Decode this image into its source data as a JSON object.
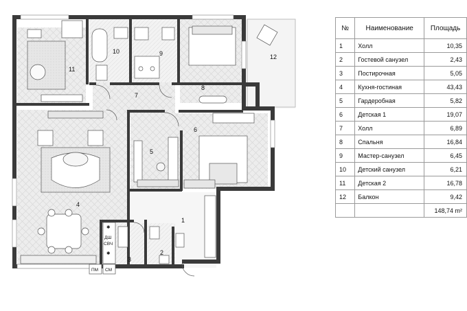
{
  "table": {
    "headers": {
      "num": "№",
      "name": "Наименование",
      "area": "Площадь"
    },
    "rows": [
      {
        "num": "1",
        "name": "Холл",
        "area": "10,35"
      },
      {
        "num": "2",
        "name": "Гостевой санузел",
        "area": "2,43"
      },
      {
        "num": "3",
        "name": "Постирочная",
        "area": "5,05"
      },
      {
        "num": "4",
        "name": "Кухня-гостиная",
        "area": "43,43"
      },
      {
        "num": "5",
        "name": "Гардеробная",
        "area": "5,82"
      },
      {
        "num": "6",
        "name": "Детская 1",
        "area": "19,07"
      },
      {
        "num": "7",
        "name": "Холл",
        "area": "6,89"
      },
      {
        "num": "8",
        "name": "Спальня",
        "area": "16,84"
      },
      {
        "num": "9",
        "name": "Мастер-санузел",
        "area": "6,45"
      },
      {
        "num": "10",
        "name": "Детский санузел",
        "area": "6,21"
      },
      {
        "num": "11",
        "name": "Детская 2",
        "area": "16,78"
      },
      {
        "num": "12",
        "name": "Балкон",
        "area": "9,42"
      }
    ],
    "total": "148,74 m²"
  },
  "plan": {
    "room_labels": [
      "1",
      "2",
      "3",
      "4",
      "5",
      "6",
      "7",
      "8",
      "9",
      "10",
      "11",
      "12"
    ],
    "appliance_labels": {
      "dsh": "ДШ",
      "svch": "СВЧ",
      "pm": "ПМ",
      "sm": "СМ",
      "star": "✱"
    },
    "colors": {
      "wall": "#3a3a3a",
      "floor_light": "#f2f2f2",
      "floor_hatch": "#dcdcdc",
      "furniture": "#ffffff",
      "accent": "#cfcfcf"
    }
  }
}
